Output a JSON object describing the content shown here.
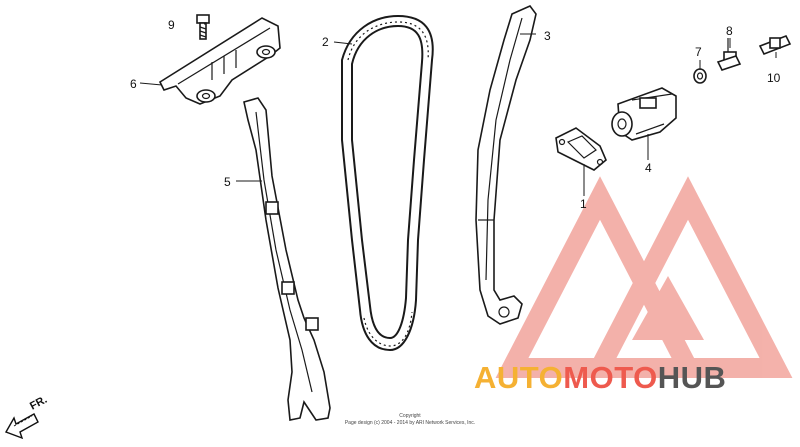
{
  "callouts": [
    {
      "id": "1",
      "label": "1"
    },
    {
      "id": "2",
      "label": "2"
    },
    {
      "id": "3",
      "label": "3"
    },
    {
      "id": "4",
      "label": "4"
    },
    {
      "id": "5",
      "label": "5"
    },
    {
      "id": "6",
      "label": "6"
    },
    {
      "id": "7",
      "label": "7"
    },
    {
      "id": "8",
      "label": "8"
    },
    {
      "id": "9",
      "label": "9"
    },
    {
      "id": "10",
      "label": "10"
    }
  ],
  "direction_marker": {
    "label": "FR.",
    "icon": "arrow-down-left-icon"
  },
  "copyright": {
    "line1": "Copyright",
    "line2": "Page design (c) 2004 - 2014 by ARI Network Services, Inc."
  },
  "watermark": {
    "brand": [
      "AUTO",
      "MOTO",
      "HUB"
    ],
    "colors": {
      "auto": "#f5b133",
      "moto": "#ee5a4e",
      "hub": "#555555",
      "logo": "#f2a49c"
    }
  }
}
